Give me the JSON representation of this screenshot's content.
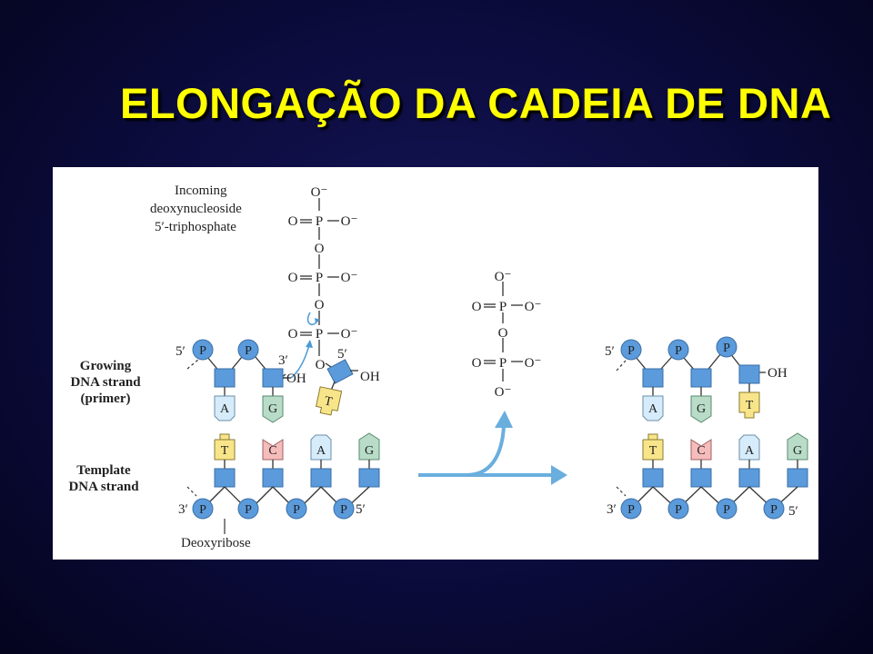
{
  "slide": {
    "title": "ELONGAÇÃO DA CADEIA DE DNA"
  },
  "colors": {
    "background": "#0b0b3c",
    "title": "#ffff00",
    "phosphate": "#5b9bdc",
    "sugar": "#5b9bdc",
    "base_A": "#d6ecfa",
    "base_T": "#f8e58a",
    "base_G": "#b8dcc8",
    "base_C": "#f6bcbc",
    "arrow": "#6aaede"
  },
  "labels": {
    "incoming": [
      "Incoming",
      "deoxynucleoside",
      "5′-triphosphate"
    ],
    "growing": [
      "Growing",
      "DNA strand",
      "(primer)"
    ],
    "template": [
      "Template",
      "DNA strand"
    ],
    "deoxyribose": "Deoxyribose",
    "five_prime": "5′",
    "three_prime": "3′",
    "three_prime_inc": "3′",
    "five_prime_inc": "5′",
    "oh": "OH"
  },
  "atoms": {
    "O": "O",
    "O_minus": "O⁻",
    "P": "P",
    "eq": "O═P"
  },
  "phosphate_symbol": "P",
  "left_panel": {
    "primer_bases": [
      "A",
      "G"
    ],
    "incoming_base": "T",
    "template_bases": [
      "T",
      "C",
      "A",
      "G"
    ]
  },
  "right_panel": {
    "primer_bases": [
      "A",
      "G",
      "T"
    ],
    "template_bases": [
      "T",
      "C",
      "A",
      "G"
    ]
  }
}
